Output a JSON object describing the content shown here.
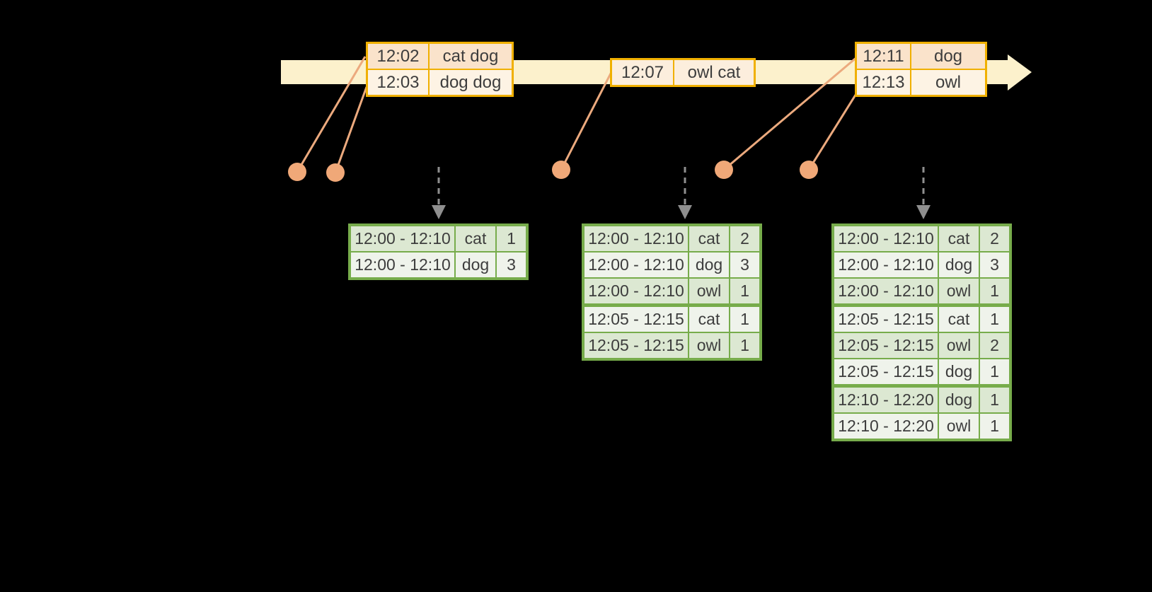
{
  "colors": {
    "canvas-bg": "#000000",
    "timeline-fill": "#fcf1cc",
    "event-border": "#f0b000",
    "event-row-dark": "#fae3cb",
    "event-row-mid": "#fceedd",
    "event-row-light": "#fdf3e4",
    "connector": "#ecaa7e",
    "dot": "#f0a878",
    "dashed-arrow": "#8f8f8f",
    "result-border": "#77ac4b",
    "result-row-dark": "#dce8d2",
    "result-row-light": "#eff3eb",
    "text": "#3d3d3d"
  },
  "event_tables": [
    {
      "name": "events-left",
      "rows": [
        {
          "time": "12:02",
          "words": "cat dog",
          "shade": "dark"
        },
        {
          "time": "12:03",
          "words": "dog dog",
          "shade": "light"
        }
      ]
    },
    {
      "name": "events-middle",
      "rows": [
        {
          "time": "12:07",
          "words": "owl cat",
          "shade": "mid"
        }
      ]
    },
    {
      "name": "events-right",
      "rows": [
        {
          "time": "12:11",
          "words": "dog",
          "shade": "dark"
        },
        {
          "time": "12:13",
          "words": "owl",
          "shade": "light"
        }
      ]
    }
  ],
  "result_tables": [
    {
      "name": "result-table-1",
      "rows": [
        {
          "window": "12:00 - 12:10",
          "word": "cat",
          "count": "1"
        },
        {
          "window": "12:00 - 12:10",
          "word": "dog",
          "count": "3"
        }
      ]
    },
    {
      "name": "result-table-2",
      "rows": [
        {
          "window": "12:00 - 12:10",
          "word": "cat",
          "count": "2"
        },
        {
          "window": "12:00 - 12:10",
          "word": "dog",
          "count": "3"
        },
        {
          "window": "12:00 - 12:10",
          "word": "owl",
          "count": "1"
        },
        {
          "window": "12:05 - 12:15",
          "word": "cat",
          "count": "1"
        },
        {
          "window": "12:05 - 12:15",
          "word": "owl",
          "count": "1"
        }
      ]
    },
    {
      "name": "result-table-3",
      "rows": [
        {
          "window": "12:00 - 12:10",
          "word": "cat",
          "count": "2"
        },
        {
          "window": "12:00 - 12:10",
          "word": "dog",
          "count": "3"
        },
        {
          "window": "12:00 - 12:10",
          "word": "owl",
          "count": "1"
        },
        {
          "window": "12:05 - 12:15",
          "word": "cat",
          "count": "1"
        },
        {
          "window": "12:05 - 12:15",
          "word": "owl",
          "count": "2"
        },
        {
          "window": "12:05 - 12:15",
          "word": "dog",
          "count": "1"
        },
        {
          "window": "12:10 - 12:20",
          "word": "dog",
          "count": "1"
        },
        {
          "window": "12:10 - 12:20",
          "word": "owl",
          "count": "1"
        }
      ]
    }
  ]
}
